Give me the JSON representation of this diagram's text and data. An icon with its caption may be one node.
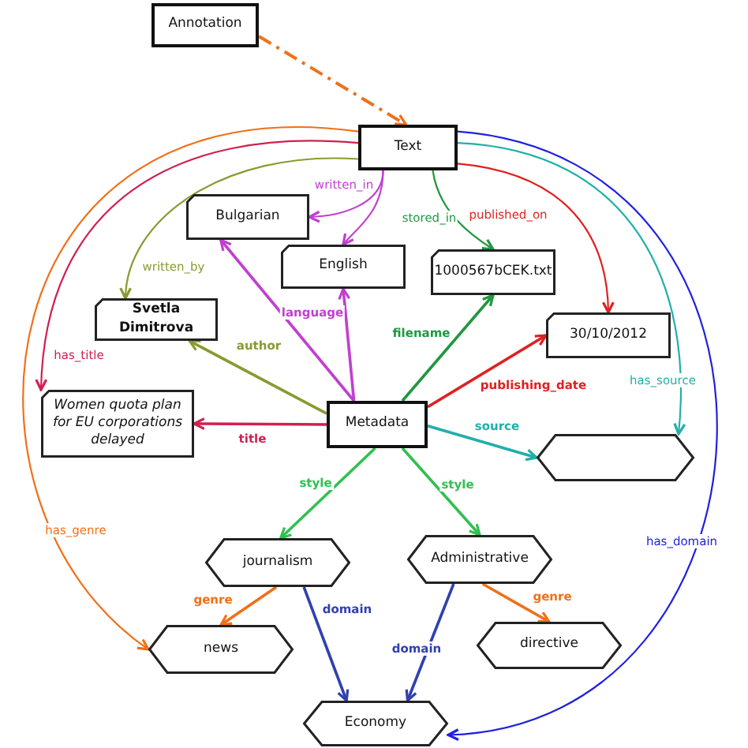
{
  "diagram": {
    "nodes": [
      {
        "text": [
          "Annotation"
        ]
      },
      {
        "text": [
          "Text"
        ]
      },
      {
        "text": [
          "Bulgarian"
        ]
      },
      {
        "text": [
          "English"
        ]
      },
      {
        "text": [
          "Svetla Dimitrova"
        ]
      },
      {
        "text": [
          "1000567bCEK.txt"
        ]
      },
      {
        "text": [
          "30/10/2012"
        ]
      },
      {
        "text": [
          "Women quota plan for EU corporations delayed"
        ]
      },
      {
        "text": [
          "Metadata"
        ]
      },
      {
        "text": [],
        "shape": "hexagon"
      },
      {
        "text": [
          "journalism"
        ]
      },
      {
        "text": [
          "Administrative"
        ]
      },
      {
        "text": [
          "news"
        ]
      },
      {
        "text": [
          "directive"
        ]
      },
      {
        "text": [
          "Economy"
        ]
      }
    ],
    "edges": [
      {
        "from": 0,
        "to": 1,
        "arrow": "to",
        "style": "dashed",
        "color": "#f07018"
      },
      {
        "from": 1,
        "to": 2,
        "arrow": "to",
        "label": "written_in",
        "color": "#c040d0"
      },
      {
        "from": 1,
        "to": 3,
        "arrow": "to",
        "color": "#c040d0"
      },
      {
        "from": 1,
        "to": 5,
        "arrow": "to",
        "label": "stored_in",
        "color": "#209840"
      },
      {
        "from": 1,
        "to": 6,
        "arrow": "to",
        "label": "published_on",
        "color": "#e02020"
      },
      {
        "from": 1,
        "to": 4,
        "arrow": "to",
        "label": "written_by",
        "color": "#8a9a30"
      },
      {
        "from": 1,
        "to": 7,
        "arrow": "to",
        "label": "has_title",
        "color": "#d02050"
      },
      {
        "from": 1,
        "to": 12,
        "arrow": "to",
        "label": "has_genre",
        "color": "#f07018"
      },
      {
        "from": 1,
        "to": 9,
        "arrow": "to",
        "label": "has_source",
        "color": "#20b0a8"
      },
      {
        "from": 1,
        "to": 14,
        "arrow": "to",
        "label": "has_domain",
        "color": "#2020e0"
      },
      {
        "from": 8,
        "to": 2,
        "arrow": "to",
        "color": "#c040d0"
      },
      {
        "from": 8,
        "to": 3,
        "arrow": "to",
        "label": "language",
        "color": "#c040d0"
      },
      {
        "from": 8,
        "to": 4,
        "arrow": "to",
        "label": "author",
        "color": "#8a9a30"
      },
      {
        "from": 8,
        "to": 5,
        "arrow": "to",
        "label": "filename",
        "color": "#209840"
      },
      {
        "from": 8,
        "to": 6,
        "arrow": "to",
        "label": "publishing_date",
        "color": "#e02020"
      },
      {
        "from": 8,
        "to": 7,
        "arrow": "to",
        "label": "title",
        "color": "#d02050"
      },
      {
        "from": 8,
        "to": 9,
        "arrow": "to",
        "label": "source",
        "color": "#20b0a8"
      },
      {
        "from": 8,
        "to": 10,
        "arrow": "to",
        "label": "style",
        "color": "#30c050"
      },
      {
        "from": 8,
        "to": 11,
        "arrow": "to",
        "label": "style",
        "color": "#30c050"
      },
      {
        "from": 10,
        "to": 12,
        "arrow": "to",
        "label": "genre",
        "color": "#f07018"
      },
      {
        "from": 10,
        "to": 14,
        "arrow": "to",
        "label": "domain",
        "color": "#3040b0"
      },
      {
        "from": 11,
        "to": 14,
        "arrow": "to",
        "label": "domain",
        "color": "#3040b0"
      },
      {
        "from": 11,
        "to": 13,
        "arrow": "to",
        "label": "genre",
        "color": "#f07018"
      }
    ]
  }
}
